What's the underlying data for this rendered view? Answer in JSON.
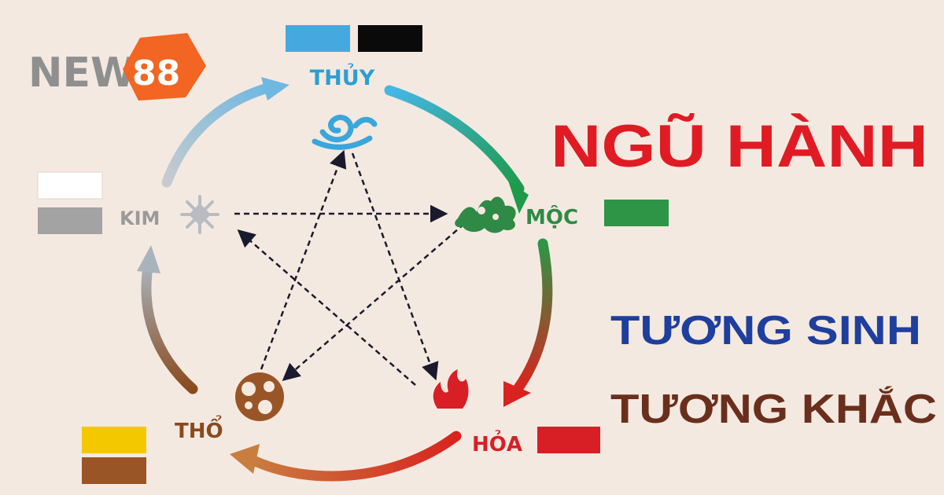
{
  "logo": {
    "text_part": "NEW",
    "number_part": "88",
    "badge_color": "#f26522"
  },
  "title": {
    "main": "NGŨ HÀNH",
    "line2": "TƯƠNG SINH",
    "line3": "TƯƠNG KHẮC",
    "main_color": "#e01b24",
    "line2_color": "#1f3f9e",
    "line3_color": "#6a2f1c"
  },
  "elements": {
    "thuy": {
      "label": "THỦY",
      "label_color": "#2b9fd6",
      "swatches": [
        "#45a9df",
        "#0a0a0a"
      ]
    },
    "moc": {
      "label": "MỘC",
      "label_color": "#2f8a45",
      "swatches": [
        "#2e9546"
      ]
    },
    "hoa": {
      "label": "HỎA",
      "label_color": "#d81f26",
      "swatches": [
        "#d81f26"
      ]
    },
    "tho": {
      "label": "THỔ",
      "label_color": "#8a4a1e",
      "swatches": [
        "#f3c800",
        "#9a5526"
      ]
    },
    "kim": {
      "label": "KIM",
      "label_color": "#9a9a9a",
      "swatches": [
        "#ffffff",
        "#a3a3a3"
      ]
    }
  },
  "cycles": {
    "generating": [
      "kim",
      "thuy",
      "moc",
      "hoa",
      "tho"
    ],
    "overcoming": [
      [
        "kim",
        "moc"
      ],
      [
        "moc",
        "tho"
      ],
      [
        "tho",
        "thuy"
      ],
      [
        "thuy",
        "hoa"
      ],
      [
        "hoa",
        "kim"
      ]
    ]
  }
}
